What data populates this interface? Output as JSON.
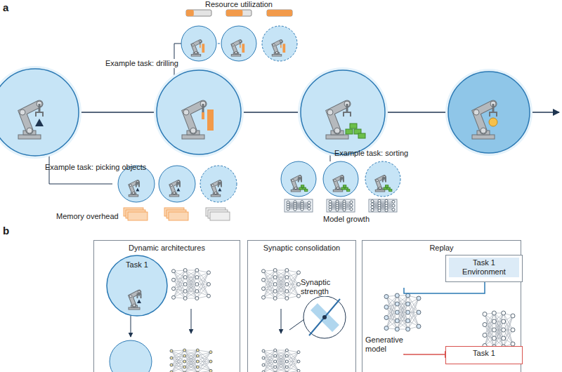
{
  "diagram": {
    "nodes": [
      {
        "text": [
          "Dynamic architectures"
        ]
      },
      {
        "text": [
          "Task 1"
        ],
        "in": 0
      },
      {
        "text": [
          "Synaptic consolidation"
        ]
      },
      {
        "text": [
          "Replay"
        ]
      },
      {
        "text": [
          "Task 1 Environment"
        ],
        "in": 3
      },
      {
        "text": [
          "Task 1"
        ],
        "in": 3
      }
    ],
    "labels": [
      "a",
      "Resource utilization",
      "Example task: drilling",
      "Example task: picking objects",
      "Memory overhead",
      "Example task: sorting",
      "Model growth",
      "b",
      "Synaptic strength",
      "Generative model"
    ]
  }
}
